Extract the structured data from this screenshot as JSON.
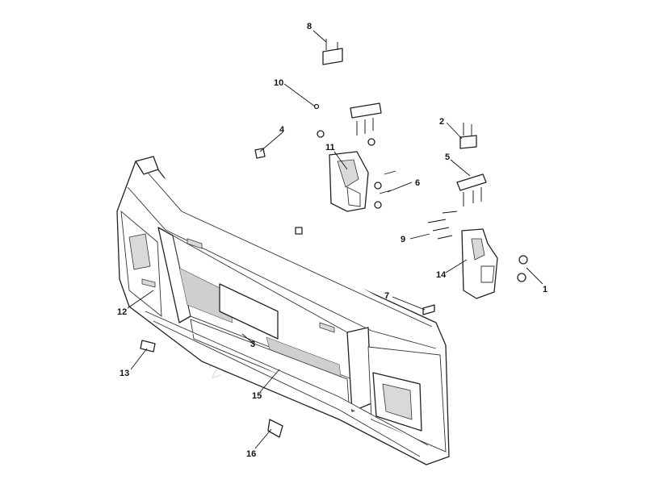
{
  "diagram": {
    "callouts": [
      "1",
      "2",
      "3",
      "4",
      "5",
      "6",
      "7",
      "8",
      "9",
      "10",
      "11",
      "12",
      "13",
      "14",
      "15",
      "16"
    ],
    "watermark": "2018/11/21"
  }
}
